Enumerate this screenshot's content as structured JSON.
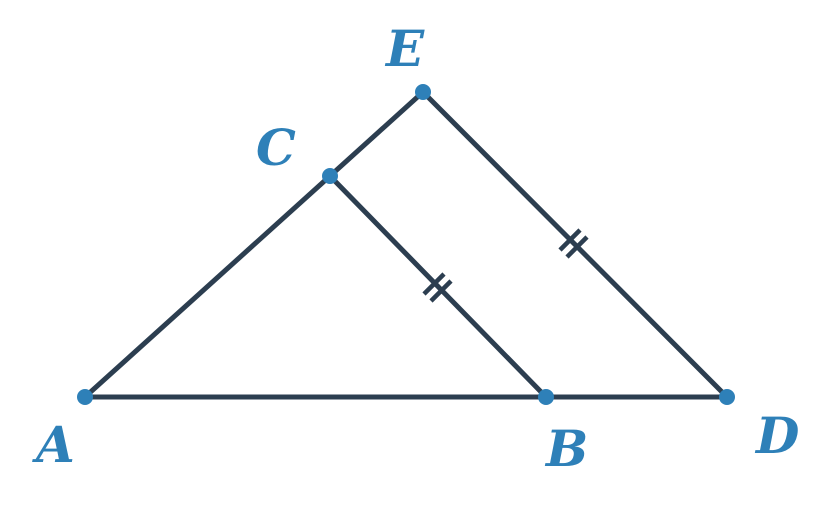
{
  "figure": {
    "points": [
      {
        "id": "A",
        "label": "A"
      },
      {
        "id": "B",
        "label": "B"
      },
      {
        "id": "C",
        "label": "C"
      },
      {
        "id": "D",
        "label": "D"
      },
      {
        "id": "E",
        "label": "E"
      }
    ],
    "segments": [
      {
        "from": "A",
        "to": "B"
      },
      {
        "from": "B",
        "to": "D"
      },
      {
        "from": "A",
        "to": "C"
      },
      {
        "from": "C",
        "to": "E"
      },
      {
        "from": "C",
        "to": "B"
      },
      {
        "from": "E",
        "to": "D"
      }
    ],
    "congruence_marks": [
      {
        "segment": "CB",
        "ticks": 2
      },
      {
        "segment": "ED",
        "ticks": 2
      }
    ],
    "colors": {
      "line": "#2c3e50",
      "point": "#2e80b8",
      "label": "#2e80b8"
    }
  }
}
